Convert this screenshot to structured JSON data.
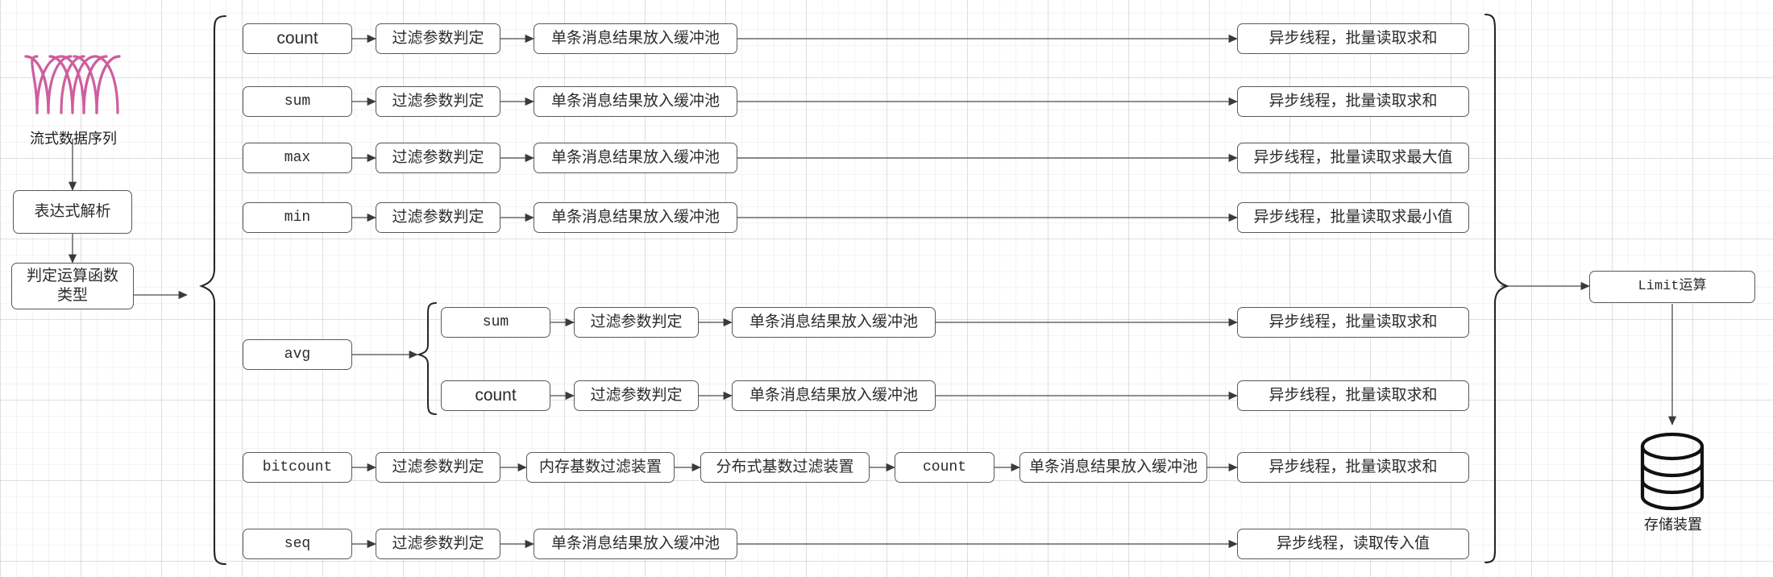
{
  "diagram": {
    "title_hidden": "",
    "input": {
      "wave_icon": "stream-wave-icon",
      "wave_color": "#cf5e9e",
      "label": "流式数据序列"
    },
    "preprocess": [
      {
        "id": "expr-parse",
        "label": "表达式解析"
      },
      {
        "id": "func-type",
        "label": "判定运算函数\n类型",
        "line1": "判定运算函数",
        "line2": "类型"
      }
    ],
    "common": {
      "filter": "过滤参数判定",
      "buffer": "单条消息结果放入缓冲池"
    },
    "branches": [
      {
        "id": "count",
        "op": "count",
        "op_font": "sans",
        "steps": [
          "过滤参数判定",
          "单条消息结果放入缓冲池"
        ],
        "sink": "异步线程，批量读取求和"
      },
      {
        "id": "sum",
        "op": "sum",
        "op_font": "mono",
        "steps": [
          "过滤参数判定",
          "单条消息结果放入缓冲池"
        ],
        "sink": "异步线程，批量读取求和"
      },
      {
        "id": "max",
        "op": "max",
        "op_font": "mono",
        "steps": [
          "过滤参数判定",
          "单条消息结果放入缓冲池"
        ],
        "sink": "异步线程，批量读取求最大值"
      },
      {
        "id": "min",
        "op": "min",
        "op_font": "mono",
        "steps": [
          "过滤参数判定",
          "单条消息结果放入缓冲池"
        ],
        "sink": "异步线程，批量读取求最小值"
      },
      {
        "id": "avg",
        "op": "avg",
        "op_font": "mono",
        "sub_branches": [
          {
            "id": "avg-sum",
            "op": "sum",
            "op_font": "mono",
            "steps": [
              "过滤参数判定",
              "单条消息结果放入缓冲池"
            ],
            "sink": "异步线程，批量读取求和"
          },
          {
            "id": "avg-count",
            "op": "count",
            "op_font": "sans",
            "steps": [
              "过滤参数判定",
              "单条消息结果放入缓冲池"
            ],
            "sink": "异步线程，批量读取求和"
          }
        ]
      },
      {
        "id": "bitcount",
        "op": "bitcount",
        "op_font": "mono",
        "steps": [
          "过滤参数判定",
          "内存基数过滤装置",
          "分布式基数过滤装置",
          "count",
          "单条消息结果放入缓冲池"
        ],
        "sink": "异步线程，批量读取求和"
      },
      {
        "id": "seq",
        "op": "seq",
        "op_font": "mono",
        "steps": [
          "过滤参数判定",
          "单条消息结果放入缓冲池"
        ],
        "sink": "异步线程，读取传入值"
      }
    ],
    "output": {
      "limit": "Limit运算",
      "storage_icon": "database-cylinder-icon",
      "storage_label": "存储装置"
    },
    "colors": {
      "box_stroke": "#59595e",
      "text": "#2b2b2b",
      "arrow": "#4a4a4a",
      "brace": "#262626",
      "accent_wave": "#cf5e9e",
      "grid_minor": "#f0f0f0",
      "grid_major": "#e3e3e3"
    }
  }
}
